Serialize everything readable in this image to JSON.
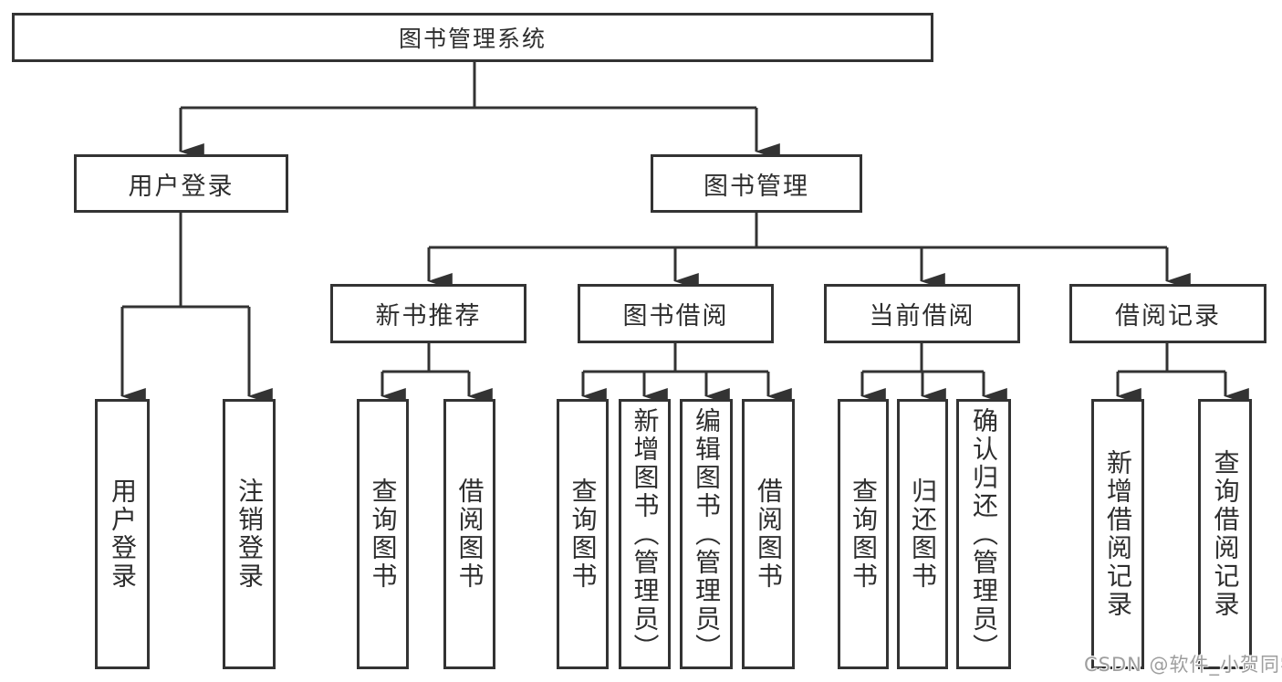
{
  "diagram": {
    "root": {
      "label": "图书管理系统"
    },
    "level2": [
      {
        "label": "用户登录"
      },
      {
        "label": "图书管理"
      }
    ],
    "level3": [
      {
        "label": "新书推荐"
      },
      {
        "label": "图书借阅"
      },
      {
        "label": "当前借阅"
      },
      {
        "label": "借阅记录"
      }
    ],
    "leaves": [
      {
        "label": "用户登录"
      },
      {
        "label": "注销登录"
      },
      {
        "label": "查询图书"
      },
      {
        "label": "借阅图书"
      },
      {
        "label": "查询图书"
      },
      {
        "label": "新增图书（管理员）"
      },
      {
        "label": "编辑图书（管理员）"
      },
      {
        "label": "借阅图书"
      },
      {
        "label": "查询图书"
      },
      {
        "label": "归还图书"
      },
      {
        "label": "确认归还（管理员）"
      },
      {
        "label": "新增借阅记录"
      },
      {
        "label": "查询借阅记录"
      }
    ]
  },
  "watermark": {
    "text": "CSDN @软件_小贺同学"
  },
  "colors": {
    "line": "#333333",
    "text": "#2e2e2e",
    "watermark": "#9e9e9e",
    "background": "#ffffff"
  }
}
